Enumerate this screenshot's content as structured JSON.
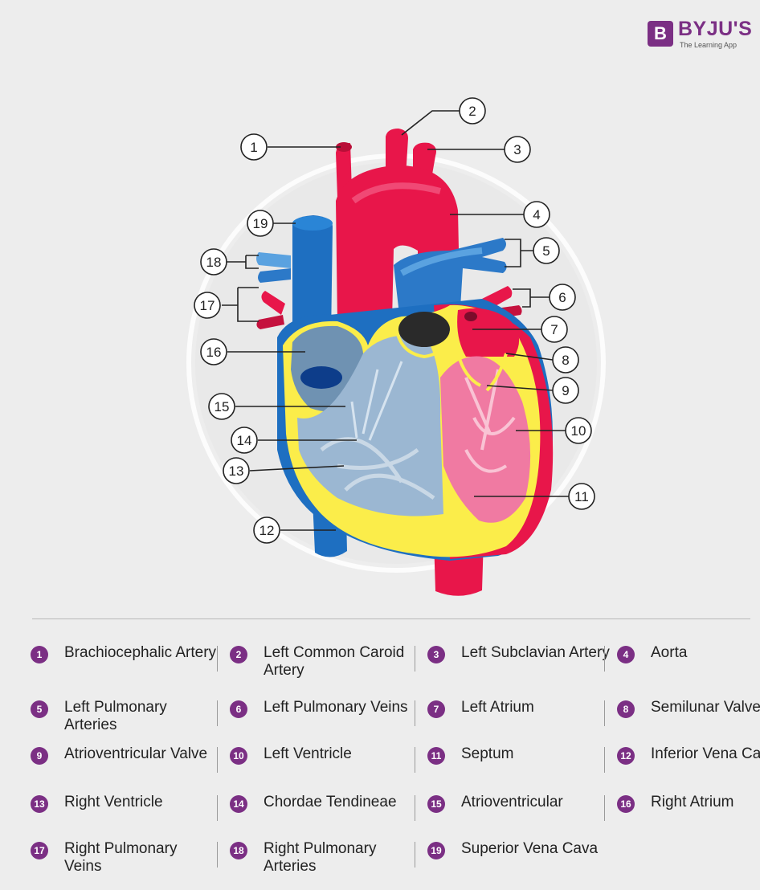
{
  "brand": {
    "name": "BYJU'S",
    "tagline": "The Learning App",
    "logo_mark": "B",
    "color": "#7b2f84"
  },
  "diagram": {
    "callouts": [
      "1",
      "2",
      "3",
      "4",
      "5",
      "6",
      "7",
      "8",
      "9",
      "10",
      "11",
      "12",
      "13",
      "14",
      "15",
      "16",
      "17",
      "18",
      "19"
    ],
    "colors": {
      "artery_red": "#e8164a",
      "vein_blue": "#1e6fc1",
      "chamber_blue": "#6f92b2",
      "septum_yellow": "#fbed4a",
      "muscle_pink": "#ea3f7a"
    }
  },
  "legend": [
    {
      "num": "1",
      "label": "Brachiocephalic Artery"
    },
    {
      "num": "2",
      "label": "Left Common Caroid Artery"
    },
    {
      "num": "3",
      "label": "Left Subclavian Artery"
    },
    {
      "num": "4",
      "label": "Aorta"
    },
    {
      "num": "5",
      "label": "Left Pulmonary Arteries"
    },
    {
      "num": "6",
      "label": "Left Pulmonary Veins"
    },
    {
      "num": "7",
      "label": "Left Atrium"
    },
    {
      "num": "8",
      "label": "Semilunar Valves"
    },
    {
      "num": "9",
      "label": "Atrioventricular Valve"
    },
    {
      "num": "10",
      "label": "Left Ventricle"
    },
    {
      "num": "11",
      "label": "Septum"
    },
    {
      "num": "12",
      "label": "Inferior Vena Cava"
    },
    {
      "num": "13",
      "label": "Right Ventricle"
    },
    {
      "num": "14",
      "label": "Chordae Tendineae"
    },
    {
      "num": "15",
      "label": "Atrioventricular"
    },
    {
      "num": "16",
      "label": "Right Atrium"
    },
    {
      "num": "17",
      "label": "Right Pulmonary Veins"
    },
    {
      "num": "18",
      "label": "Right Pulmonary Arteries"
    },
    {
      "num": "19",
      "label": "Superior Vena Cava"
    }
  ]
}
